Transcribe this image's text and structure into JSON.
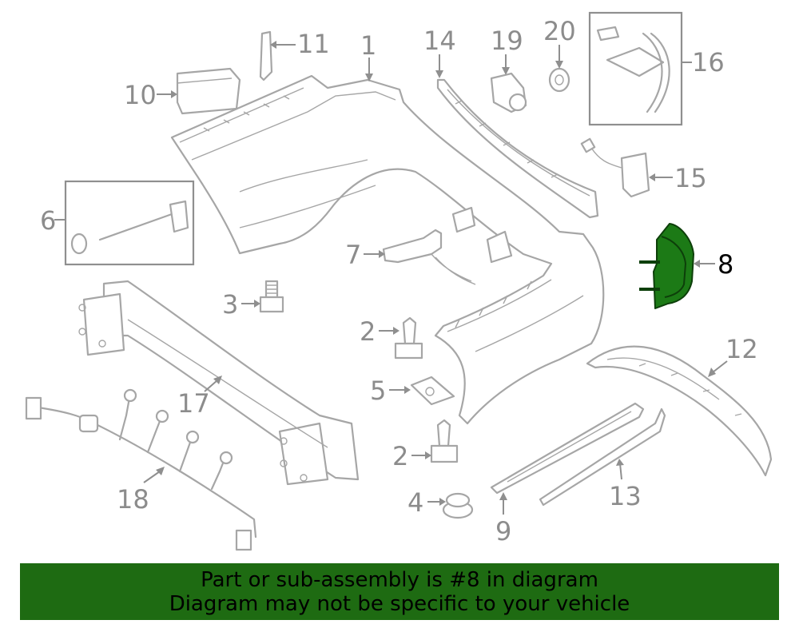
{
  "labels": {
    "l1": "1",
    "l2a": "2",
    "l2b": "2",
    "l3": "3",
    "l4": "4",
    "l5": "5",
    "l6": "6",
    "l7": "7",
    "l8": "8",
    "l9": "9",
    "l10": "10",
    "l11": "11",
    "l12": "12",
    "l13": "13",
    "l14": "14",
    "l15": "15",
    "l16": "16",
    "l17": "17",
    "l18": "18",
    "l19": "19",
    "l20": "20"
  },
  "highlight_part": "8",
  "colors": {
    "highlight_fill": "#1c7a16",
    "banner_bg": "#1e6b12",
    "line_gray": "#a6a6a6"
  },
  "banner": {
    "line1": "Part or sub-assembly is #8 in diagram",
    "line2": "Diagram may not be specific to your vehicle"
  }
}
